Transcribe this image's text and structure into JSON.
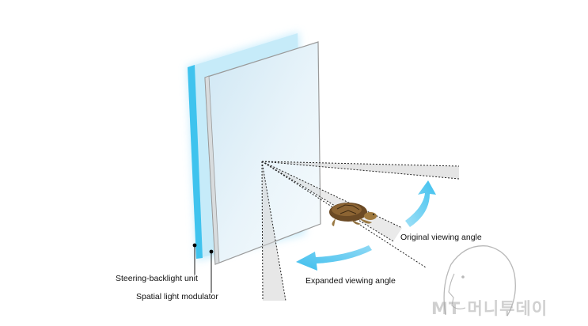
{
  "labels": {
    "steering_backlight": "Steering-backlight unit",
    "spatial_light_modulator": "Spatial light modulator",
    "original_viewing_angle": "Original viewing angle",
    "expanded_viewing_angle": "Expanded viewing angle"
  },
  "watermark": "MT 머니투데이",
  "colors": {
    "backlight": "#3fc3ee",
    "backlight_glow": "#bfe9fb",
    "modulator_glass": "#e2f0f8",
    "modulator_frame": "#9a9a9a",
    "arrow": "#52c8f0",
    "ray_line": "#222222",
    "cone_fill": "#d0d0d0"
  },
  "icons": {
    "object": "sea-turtle-icon",
    "viewer": "viewer-head-outline-icon"
  }
}
